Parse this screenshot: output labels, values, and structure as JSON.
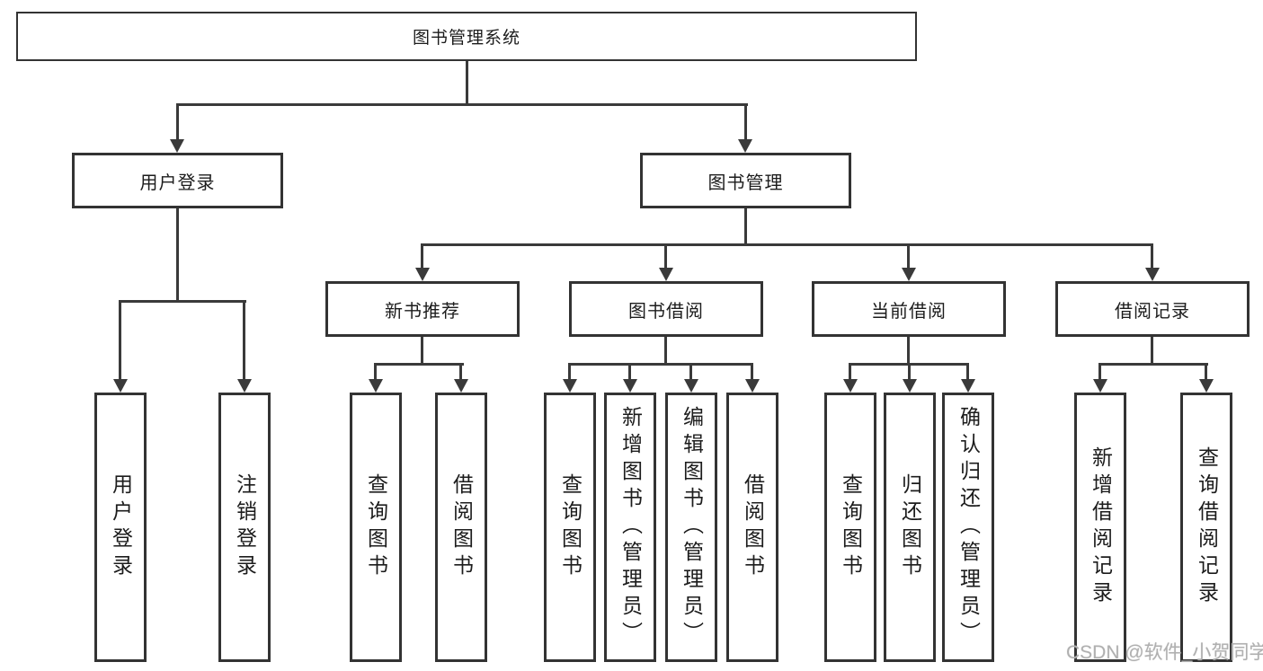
{
  "nodes": {
    "root": {
      "label": "图书管理系统"
    },
    "user_login": {
      "label": "用户登录",
      "children": {
        "login": {
          "label": "用户登录"
        },
        "logout": {
          "label": "注销登录"
        }
      }
    },
    "book_mgmt": {
      "label": "图书管理"
    },
    "new_book_rec": {
      "label": "新书推荐",
      "children": {
        "query_books": {
          "label": "查询图书"
        },
        "borrow_books": {
          "label": "借阅图书"
        }
      }
    },
    "book_borrow": {
      "label": "图书借阅",
      "children": {
        "query_books": {
          "label": "查询图书"
        },
        "add_books": {
          "label": "新增图书（管理员）"
        },
        "edit_books": {
          "label": "编辑图书（管理员）"
        },
        "borrow_books": {
          "label": "借阅图书"
        }
      }
    },
    "current_borrow": {
      "label": "当前借阅",
      "children": {
        "query_books": {
          "label": "查询图书"
        },
        "return_books": {
          "label": "归还图书"
        },
        "confirm_return": {
          "label": "确认归还（管理员）"
        }
      }
    },
    "borrow_records": {
      "label": "借阅记录",
      "children": {
        "add_record": {
          "label": "新增借阅记录"
        },
        "query_record": {
          "label": "查询借阅记录"
        }
      }
    }
  },
  "watermark": {
    "text": "CSDN @软件_小贺同学"
  },
  "colors": {
    "line": "#3a3a3a",
    "border": "#333333",
    "text": "#1c1c1c",
    "watermark": "#b0b0b0",
    "background": "#ffffff"
  }
}
